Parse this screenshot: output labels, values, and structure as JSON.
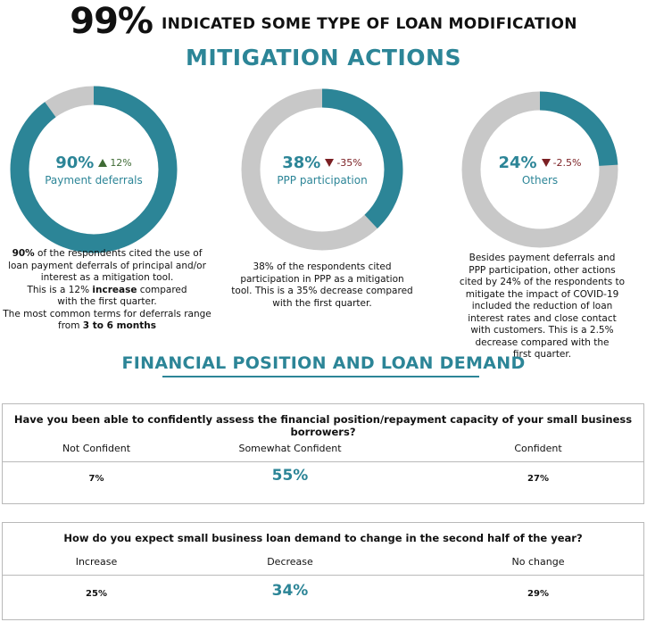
{
  "headline": {
    "big": "99%",
    "rest": "INDICATED SOME TYPE OF LOAN MODIFICATION"
  },
  "mitigation_title": "MITIGATION ACTIONS",
  "financial_title": "FINANCIAL POSITION AND LOAN DEMAND",
  "colors": {
    "teal": "#2c8597",
    "gray": "#c8c8c8",
    "up": "#3f6b35",
    "down": "#7b1f23"
  },
  "chart_data": [
    {
      "type": "pie",
      "variant": "donut",
      "value_percent": 90,
      "value_label": "90%",
      "change": "12%",
      "change_dir": "up",
      "label": "Payment deferrals"
    },
    {
      "type": "pie",
      "variant": "donut",
      "value_percent": 38,
      "value_label": "38%",
      "change": "-35%",
      "change_dir": "down",
      "label": "PPP participation"
    },
    {
      "type": "pie",
      "variant": "donut",
      "value_percent": 24,
      "value_label": "24%",
      "change": "-2.5%",
      "change_dir": "down",
      "label": "Others"
    },
    {
      "type": "table",
      "question": "Have you been able to confidently assess the financial position/repayment capacity of your small business borrowers?",
      "columns": [
        "Not Confident",
        "Somewhat Confident",
        "Confident"
      ],
      "values": [
        "7%",
        "55%",
        "27%"
      ]
    },
    {
      "type": "table",
      "question": "How do you expect small business loan demand to change in the second half of the year?",
      "columns": [
        "Increase",
        "Decrease",
        "No change"
      ],
      "values": [
        "25%",
        "34%",
        "29%"
      ]
    }
  ],
  "descriptions": {
    "d1": {
      "lead": "90%",
      "l1": " of the respondents cited the use of",
      "l2": "loan payment deferrals of principal and/or",
      "l3": "interest as a mitigation tool.",
      "l4a": "This is a 12% ",
      "l4b": "increase",
      "l4c": " compared",
      "l5": "with the first quarter.",
      "l6": "The most common terms for deferrals range",
      "l7a": "from ",
      "l7b": "3 to 6 months"
    },
    "d2": {
      "l1": "38% of the respondents cited",
      "l2": "participation in PPP as a mitigation",
      "l3": "tool. This is a 35% decrease compared",
      "l4": "with the first quarter."
    },
    "d3": {
      "l1": "Besides payment deferrals and",
      "l2": "PPP participation, other actions",
      "l3": "cited by 24% of the respondents to",
      "l4": "mitigate the impact of COVID-19",
      "l5": "included the reduction of loan",
      "l6": "interest rates and close contact",
      "l7": "with customers. This is a 2.5%",
      "l8": "decrease compared with the",
      "l9": "first quarter."
    }
  }
}
